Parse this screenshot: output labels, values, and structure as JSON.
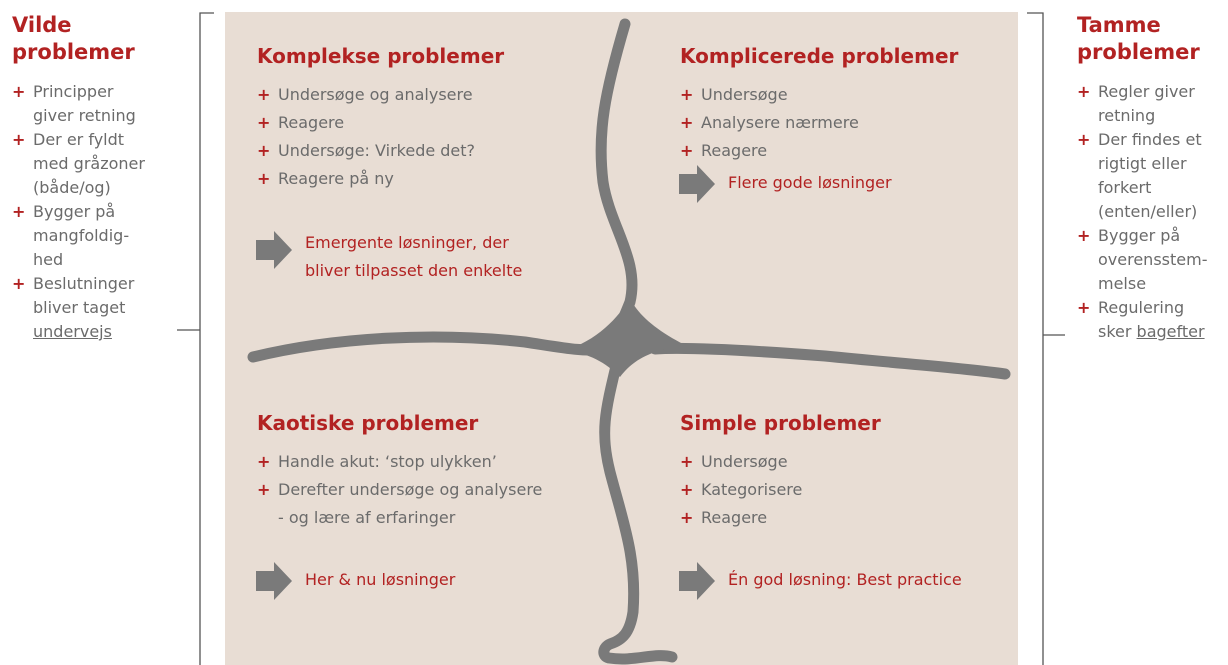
{
  "left": {
    "title_lines": [
      "Vilde",
      "problemer"
    ],
    "items": [
      [
        "Principper",
        "giver retning"
      ],
      [
        "Der er fyldt",
        "med gråzoner",
        "(både/og)"
      ],
      [
        "Bygger på",
        "mangfoldig-",
        "hed"
      ],
      [
        "Beslutninger",
        "bliver taget"
      ]
    ],
    "last_underlined": "undervejs"
  },
  "right": {
    "title_lines": [
      "Tamme",
      "problemer"
    ],
    "items": [
      [
        "Regler giver",
        "retning"
      ],
      [
        "Der findes et",
        "rigtigt eller",
        "forkert",
        "(enten/eller)"
      ],
      [
        "Bygger på",
        "overensstem-",
        "melse"
      ],
      [
        "Regulering"
      ]
    ],
    "last_prefix": "sker ",
    "last_underlined": "bagefter"
  },
  "quadrants": {
    "complex": {
      "title": "Komplekse problemer",
      "items": [
        "Undersøge og analysere",
        "Reagere",
        "Undersøge: Virkede det?",
        "Reagere på ny"
      ],
      "result_lines": [
        "Emergente løsninger, der",
        "bliver tilpasset den enkelte"
      ]
    },
    "complicated": {
      "title": "Komplicerede problemer",
      "items": [
        "Undersøge",
        "Analysere nærmere",
        "Reagere"
      ],
      "result_lines": [
        "Flere gode løsninger"
      ]
    },
    "chaotic": {
      "title": "Kaotiske problemer",
      "items": [
        "Handle akut: ‘stop ulykken’",
        "Derefter undersøge og analysere",
        " - og lære af erfaringer"
      ],
      "result_lines": [
        "Her & nu løsninger"
      ]
    },
    "simple": {
      "title": "Simple problemer",
      "items": [
        "Undersøge",
        "Kategorisere",
        "Reagere"
      ],
      "result_lines": [
        "Én god løsning: Best practice"
      ]
    }
  },
  "bullet_symbol": "+",
  "colors": {
    "accent": "#b22222",
    "panel": "#e8ddd4",
    "text": "#6b6b6b",
    "divider": "#7a7a7a",
    "bracket": "#555555"
  }
}
